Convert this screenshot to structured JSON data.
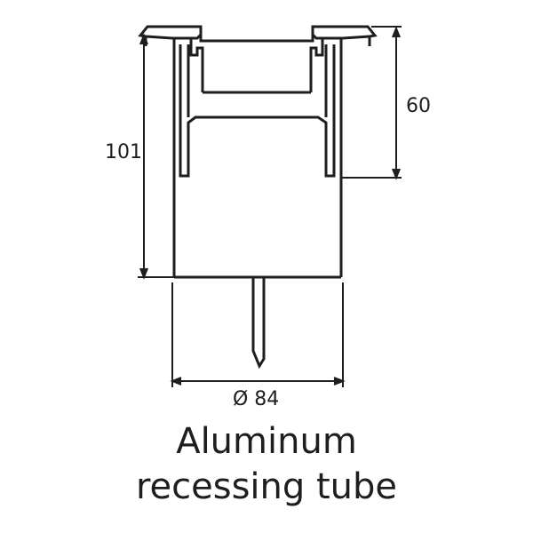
{
  "dimensions": {
    "height_total": "101",
    "height_upper": "60",
    "diameter": "Ø 84"
  },
  "caption": {
    "line1": "Aluminum",
    "line2": "recessing tube"
  },
  "colors": {
    "stroke": "#1e1e1e",
    "background": "#ffffff"
  }
}
